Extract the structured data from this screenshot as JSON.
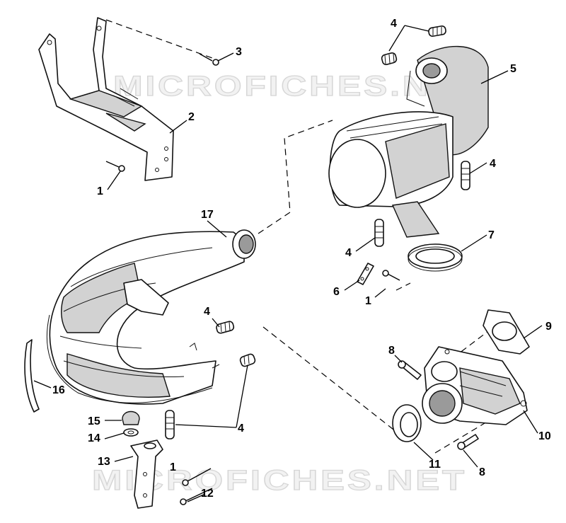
{
  "watermarks": [
    "MICROFICHES.NET",
    "MICROFICHES.NET"
  ],
  "callouts": {
    "c1a": "1",
    "c1b": "1",
    "c1c": "1",
    "c2": "2",
    "c3": "3",
    "c4a": "4",
    "c4b": "4",
    "c4c": "4",
    "c4d": "4",
    "c4e": "4",
    "c5": "5",
    "c6": "6",
    "c7": "7",
    "c8a": "8",
    "c8b": "8",
    "c9": "9",
    "c10": "10",
    "c11": "11",
    "c12": "12",
    "c13": "13",
    "c14": "14",
    "c15": "15",
    "c16": "16",
    "c17": "17"
  }
}
